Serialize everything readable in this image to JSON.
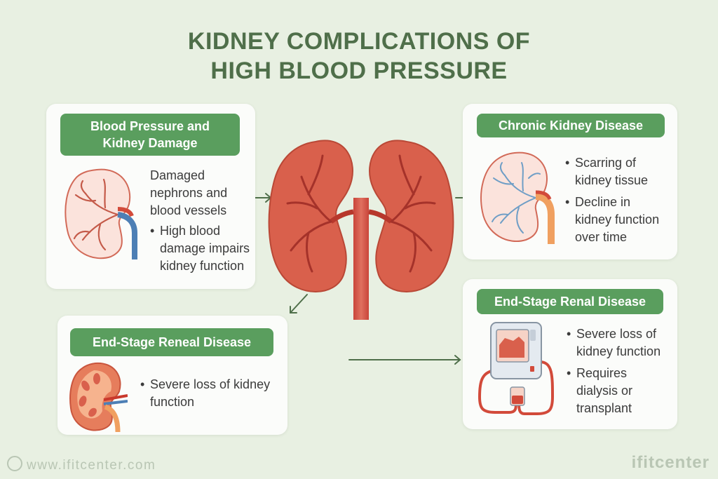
{
  "title": {
    "line1": "KIDNEY COMPLICATIONS OF",
    "line2": "HIGH BLOOD PRESSURE"
  },
  "cards": {
    "damage": {
      "heading_line1": "Blood Pressure and",
      "heading_line2": "Kidney Damage",
      "text1": "Damaged nephrons and blood vessels",
      "text2": "High blood damage impairs kidney function"
    },
    "ckd": {
      "heading": "Chronic Kidney Disease",
      "bullet1": "Scarring of kidney tissue",
      "bullet2": "Decline in kidney function over time"
    },
    "esrd_left": {
      "heading": "End-Stage Reneal Disease",
      "bullet1": "Severe loss of kidney function"
    },
    "esrd_right": {
      "heading": "End-Stage Renal Disease",
      "bullet1": "Severe loss of kidney function",
      "bullet2": "Requires dialysis or transplant"
    }
  },
  "footer": {
    "url": "www.ifitcenter.com",
    "brand": "ifitcenter"
  },
  "colors": {
    "background": "#e8f0e2",
    "title": "#4f6f4a",
    "pill": "#5a9e5e",
    "kidney": "#d9604c",
    "arrow": "#4f6f4a"
  },
  "icons": {
    "main": "kidneys-icon",
    "damage": "damaged-kidney-icon",
    "ckd": "scarred-kidney-icon",
    "esrd_left": "kidney-cross-section-icon",
    "esrd_right": "dialysis-machine-icon"
  }
}
